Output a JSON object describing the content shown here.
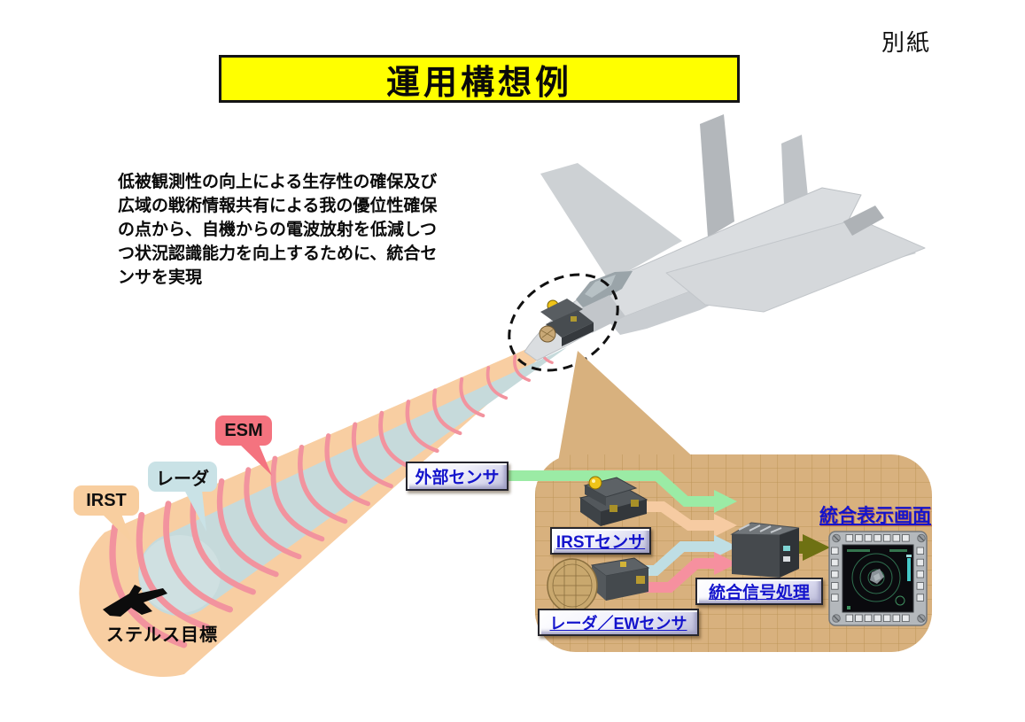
{
  "annex_label": "別紙",
  "title": "運用構想例",
  "description": {
    "lines": [
      "低被観測性の向上による生存性の確保及び",
      "広域の戦術情報共有による我の優位性確保",
      "の点から、自機からの電波放射を低減しつ",
      "つ状況認識能力を向上するために、統合セ",
      "ンサを実現"
    ]
  },
  "beam_labels": {
    "irst": "IRST",
    "radar": "レーダ",
    "esm": "ESM"
  },
  "stealth_target_label": "ステルス目標",
  "inset": {
    "external_sensor_label": "外部センサ",
    "irst_sensor_label": "IRSTセンサ",
    "radar_ew_sensor_label": "レーダ／EWセンサ",
    "signal_processing_label": "統合信号処理",
    "display_label": "統合表示画面"
  },
  "colors": {
    "banner_bg": "#FFFF00",
    "irst_beam": "#F8CEA2",
    "radar_beam": "#C6DADB",
    "esm_wave": "#F2939E",
    "esm_bubble": "#F4737F",
    "radar_bubble": "#C9E2E6",
    "irst_bubble": "#F8CE9F",
    "panel_bg": "#D8B17E",
    "panel_grid": "#BE9659",
    "arrow_green": "#9BEBA5",
    "arrow_peach": "#F6CBA2",
    "arrow_blue": "#BFDEE4",
    "arrow_pink": "#F6909F",
    "arrow_olive": "#6E7113",
    "link_blue": "#1414CC"
  }
}
